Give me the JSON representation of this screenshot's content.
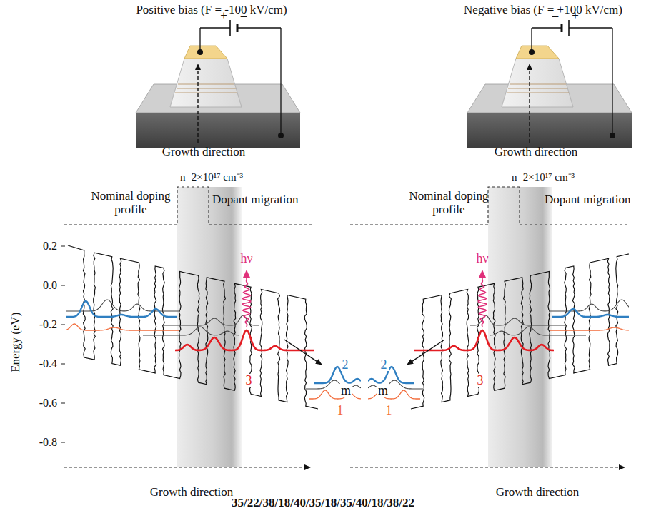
{
  "diagram": {
    "caption": "35/22/38/18/40/35/18/35/40/18/38/22",
    "labels": [
      "Positive bias (F = -100 kV/cm)",
      "+",
      "–",
      "Growth direction",
      "Negative bias (F = +100 kV/cm)",
      "–",
      "+",
      "Growth direction",
      "n=2×10¹⁷ cm⁻³",
      "Nominal doping profile",
      "Dopant migration",
      "n=2×10¹⁷ cm⁻³",
      "Nominal doping profile",
      "Dopant migration",
      "0.2",
      "0.0",
      "-0.2",
      "-0.4",
      "-0.6",
      "-0.8",
      "Energy (eV)",
      "hν",
      "3",
      "2",
      "m",
      "1",
      "hν",
      "3",
      "2",
      "m",
      "1",
      "Growth direction",
      "Growth direction"
    ]
  }
}
